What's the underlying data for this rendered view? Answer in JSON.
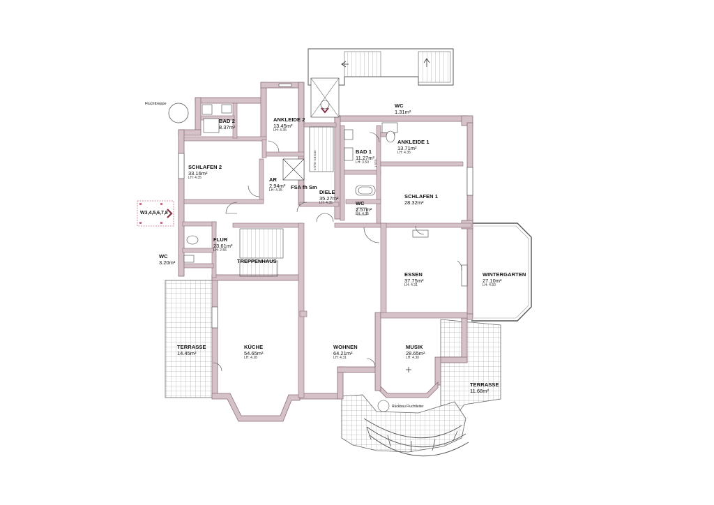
{
  "rooms": {
    "bad2": {
      "name": "BAD 2",
      "area": "8.37m²",
      "lh": ""
    },
    "ankleide2": {
      "name": "ANKLEIDE 2",
      "area": "13.45m²",
      "lh": "LH: 4.35"
    },
    "schlafen2": {
      "name": "SCHLAFEN 2",
      "area": "33.16m²",
      "lh": "LH: 4.35"
    },
    "ar": {
      "name": "AR",
      "area": "2.94m²",
      "lh": "LH: 4.35"
    },
    "diele": {
      "name": "DIELE",
      "area": "35.27m²",
      "lh": "LH: 4.35"
    },
    "wc_top": {
      "name": "WC",
      "area": "1.31m²",
      "lh": ""
    },
    "ankleide1": {
      "name": "ANKLEIDE 1",
      "area": "13.71m²",
      "lh": "LH: 4.35"
    },
    "bad1": {
      "name": "BAD 1",
      "area": "11.27m²",
      "lh": "LH: 3.50"
    },
    "wc_mid": {
      "name": "WC",
      "area": "2.57m²",
      "lh": "LH: 4.35"
    },
    "schlafen1": {
      "name": "SCHLAFEN 1",
      "area": "28.32m²",
      "lh": ""
    },
    "flur": {
      "name": "FLUR",
      "area": "23.61m²",
      "lh": "LH: 2.55"
    },
    "wc_left": {
      "name": "WC",
      "area": "3.20m²",
      "lh": ""
    },
    "essen": {
      "name": "ESSEN",
      "area": "37.75m²",
      "lh": "LH: 4.31"
    },
    "wintergarten": {
      "name": "WINTERGARTEN",
      "area": "27.10m²",
      "lh": "LH: 4.50"
    },
    "terrasse_left": {
      "name": "TERRASSE",
      "area": "14.45m²",
      "lh": ""
    },
    "kueche": {
      "name": "KÜCHE",
      "area": "54.65m²",
      "lh": "LH: 4.28"
    },
    "wohnen": {
      "name": "WOHNEN",
      "area": "64.21m²",
      "lh": "LH: 4.31"
    },
    "musik": {
      "name": "MUSIK",
      "area": "28.65m²",
      "lh": "LH: 4.30"
    },
    "terrasse_right": {
      "name": "TERRASSE",
      "area": "11.68m²",
      "lh": ""
    }
  },
  "labels": {
    "fluchttreppe": "Fluchttreppe",
    "treppenhaus": "TREPPENHAUS",
    "fsa": "FSA fh Sm",
    "window_tag": "W3,4,5,6,7,8",
    "rueckbau": "Rückbau Fluchtleiter",
    "vert_1": "1.STG. 1.8.5-04",
    "vert_2": "1 STG."
  },
  "colors": {
    "wall": "#d5c2c8",
    "wall_stroke": "#8c6d78",
    "line": "#555555",
    "tag_border": "#c07080",
    "tag_arrow": "#8a2f45"
  }
}
